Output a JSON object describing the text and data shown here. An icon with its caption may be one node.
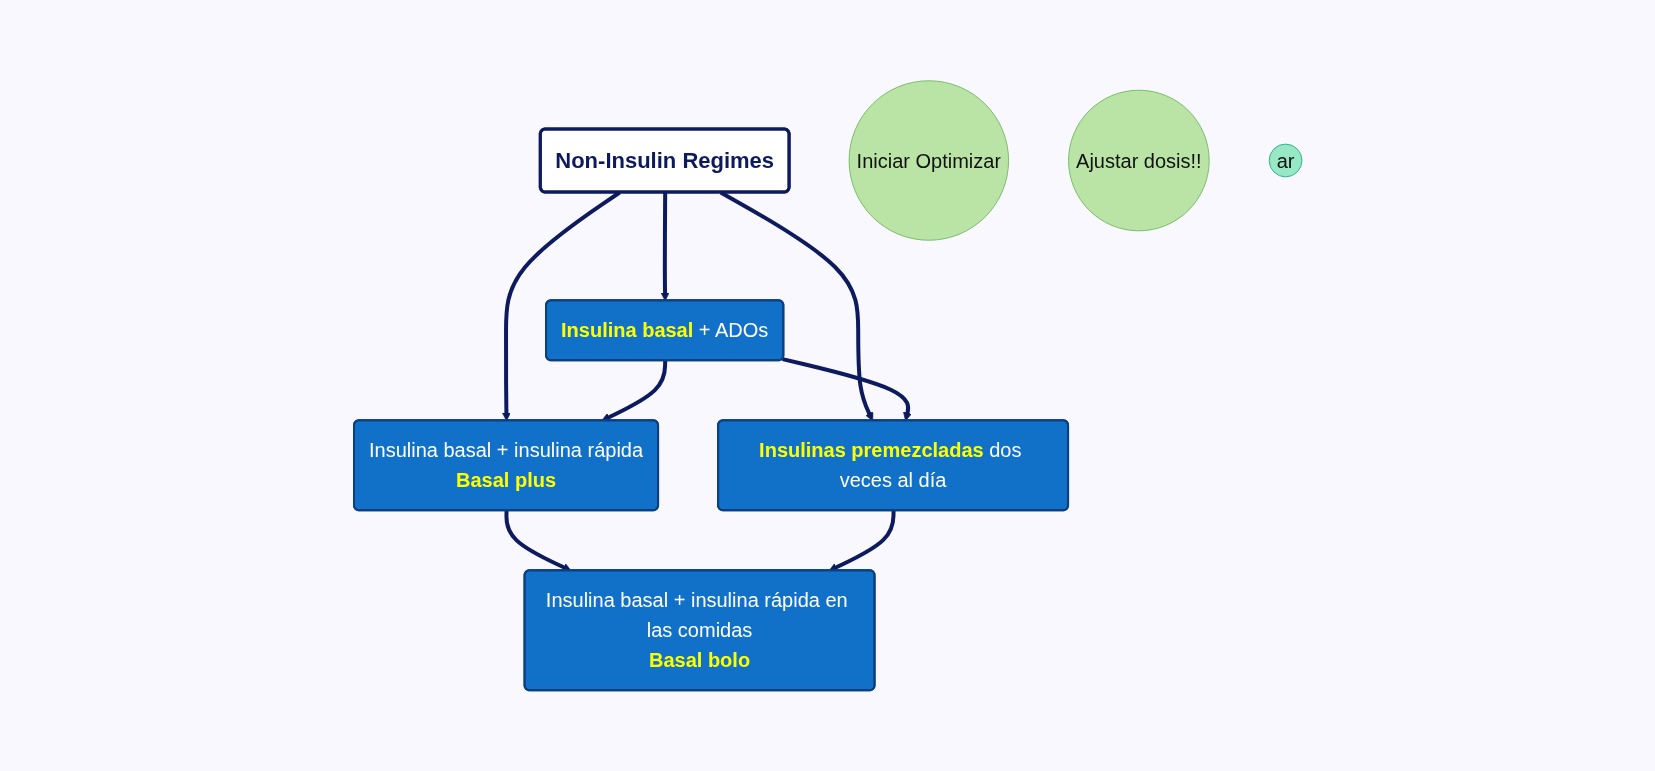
{
  "diagram": {
    "nodes": [
      {
        "text": [
          "Non-Insulin Regimes"
        ]
      },
      {
        "text": [
          "Iniciar Optimizar"
        ]
      },
      {
        "text": [
          "**Insulina basal** + ADOs"
        ]
      },
      {
        "text": [
          "Ajustar dosis!!"
        ]
      },
      {
        "text": [
          "Insulina basal + insulina rápida",
          "**Basal plus**"
        ]
      },
      {
        "text": [
          "**Insulinas premezcladas** dos veces al día"
        ]
      },
      {
        "text": [
          "ar"
        ]
      },
      {
        "text": [
          "Insulina basal + insulina rápida en las comidas",
          "**Basal bolo**"
        ]
      }
    ],
    "edges": [
      {
        "from": 0,
        "to": 2,
        "arrow": "to"
      },
      {
        "from": 0,
        "to": 4,
        "arrow": "to"
      },
      {
        "from": 0,
        "to": 5,
        "arrow": "to"
      },
      {
        "from": 2,
        "to": 4,
        "arrow": "to"
      },
      {
        "from": 2,
        "to": 5,
        "arrow": "to"
      },
      {
        "from": 4,
        "to": 7,
        "arrow": "to"
      },
      {
        "from": 5,
        "to": 7,
        "arrow": "to"
      }
    ]
  }
}
